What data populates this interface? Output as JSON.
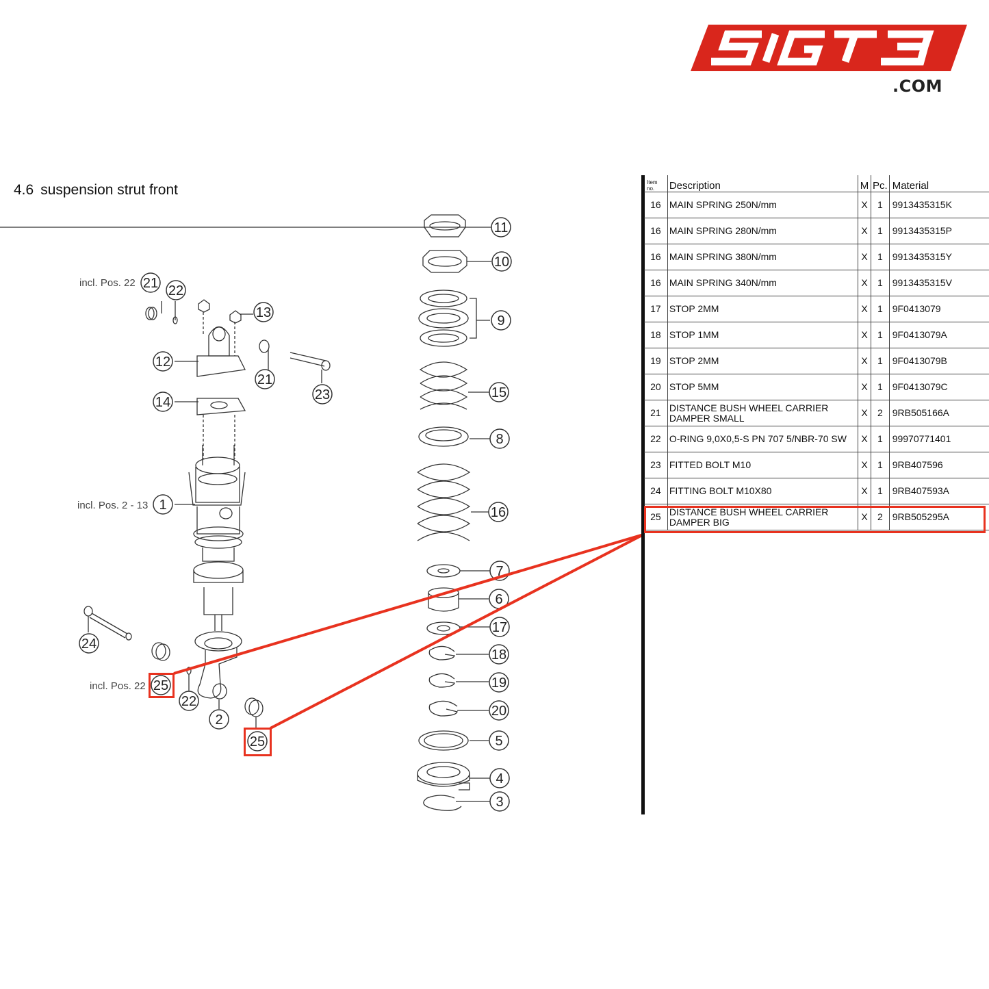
{
  "logo": {
    "text": "SIGT3",
    "domain": ".COM",
    "color": "#d9261c"
  },
  "section": {
    "number": "4.6",
    "title": "suspension strut front"
  },
  "callouts": {
    "top_incl": "incl. Pos. 22",
    "main_incl": "incl. Pos. 2 - 13",
    "bottom_incl": "incl. Pos. 22"
  },
  "bubbles": {
    "b1": "1",
    "b2": "2",
    "b3": "3",
    "b4": "4",
    "b5": "5",
    "b6": "6",
    "b7": "7",
    "b8": "8",
    "b9": "9",
    "b10": "10",
    "b11": "11",
    "b12": "12",
    "b13": "13",
    "b14": "14",
    "b15": "15",
    "b16": "16",
    "b17": "17",
    "b18": "18",
    "b19": "19",
    "b20": "20",
    "b21a": "21",
    "b21b": "21",
    "b22a": "22",
    "b22b": "22",
    "b23": "23",
    "b24": "24",
    "b25a": "25",
    "b25b": "25"
  },
  "table": {
    "headers": {
      "item": "Item no.",
      "description": "Description",
      "m": "M",
      "pc": "Pc.",
      "material": "Material"
    },
    "rows": [
      {
        "item": "16",
        "description": "MAIN SPRING 250N/mm",
        "m": "X",
        "pc": "1",
        "material": "9913435315K"
      },
      {
        "item": "16",
        "description": "MAIN SPRING 280N/mm",
        "m": "X",
        "pc": "1",
        "material": "9913435315P"
      },
      {
        "item": "16",
        "description": "MAIN SPRING 380N/mm",
        "m": "X",
        "pc": "1",
        "material": "9913435315Y"
      },
      {
        "item": "16",
        "description": "MAIN SPRING 340N/mm",
        "m": "X",
        "pc": "1",
        "material": "9913435315V"
      },
      {
        "item": "17",
        "description": "STOP 2MM",
        "m": "X",
        "pc": "1",
        "material": "9F0413079"
      },
      {
        "item": "18",
        "description": "STOP 1MM",
        "m": "X",
        "pc": "1",
        "material": "9F0413079A"
      },
      {
        "item": "19",
        "description": "STOP 2MM",
        "m": "X",
        "pc": "1",
        "material": "9F0413079B"
      },
      {
        "item": "20",
        "description": "STOP 5MM",
        "m": "X",
        "pc": "1",
        "material": "9F0413079C"
      },
      {
        "item": "21",
        "description": "DISTANCE BUSH WHEEL CARRIER DAMPER SMALL",
        "m": "X",
        "pc": "2",
        "material": "9RB505166A"
      },
      {
        "item": "22",
        "description": "O-RING 9,0X0,5-S PN 707 5/NBR-70 SW",
        "m": "X",
        "pc": "1",
        "material": "99970771401"
      },
      {
        "item": "23",
        "description": "FITTED BOLT M10",
        "m": "X",
        "pc": "1",
        "material": "9RB407596"
      },
      {
        "item": "24",
        "description": "FITTING BOLT M10X80",
        "m": "X",
        "pc": "1",
        "material": "9RB407593A"
      },
      {
        "item": "25",
        "description": "DISTANCE BUSH WHEEL CARRIER DAMPER BIG",
        "m": "X",
        "pc": "2",
        "material": "9RB505295A"
      }
    ]
  },
  "highlight": {
    "color": "#e8321f",
    "item": "25"
  }
}
